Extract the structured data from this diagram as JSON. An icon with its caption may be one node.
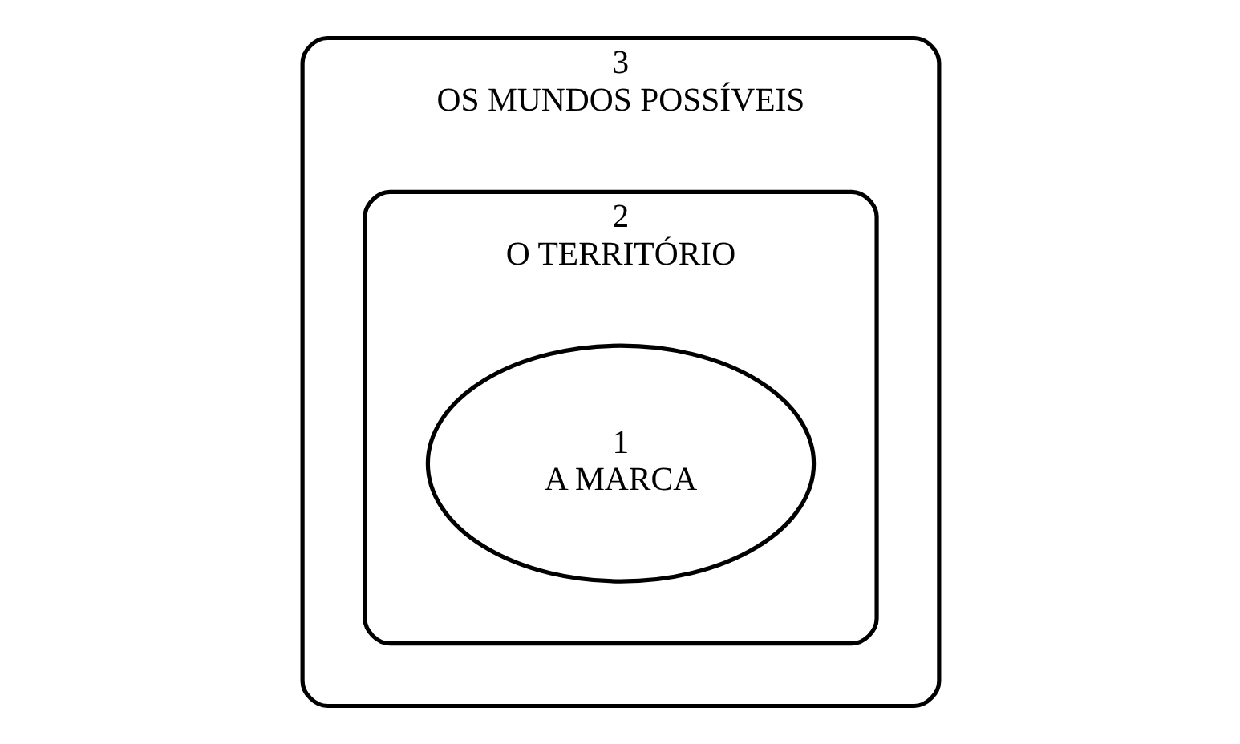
{
  "diagram": {
    "nodes": [
      {
        "text": [
          "3",
          "OS MUNDOS POSSÍVEIS"
        ]
      },
      {
        "text": [
          "2",
          "O TERRITÓRIO"
        ],
        "in": 0
      },
      {
        "text": [
          "1",
          "A MARCA"
        ],
        "in": 1
      }
    ]
  }
}
